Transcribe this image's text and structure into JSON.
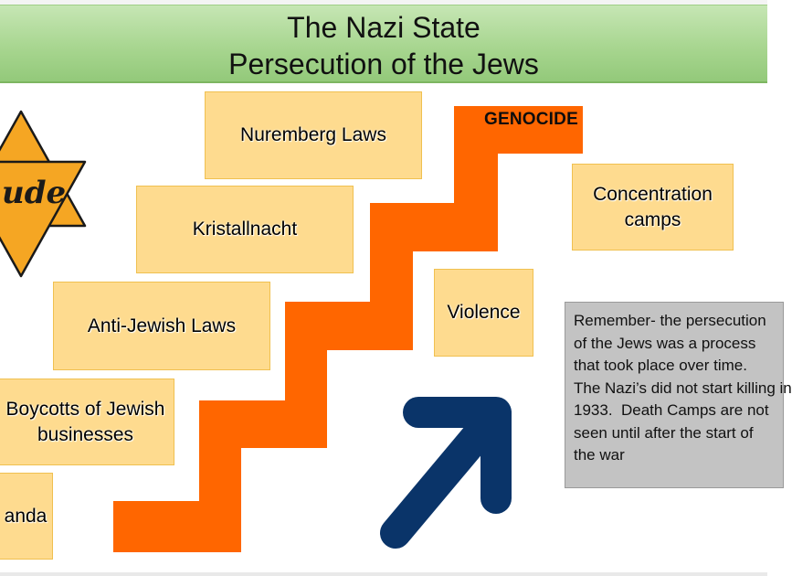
{
  "slide": {
    "title_line1": "The Nazi State",
    "title_line2": "Persecution of the Jews"
  },
  "steps": [
    {
      "id": "propaganda",
      "label": "anda"
    },
    {
      "id": "boycotts",
      "label": "Boycotts of Jewish businesses"
    },
    {
      "id": "anti_jewish_laws",
      "label": "Anti-Jewish Laws"
    },
    {
      "id": "kristallnacht",
      "label": "Kristallnacht"
    },
    {
      "id": "nuremberg_laws",
      "label": "Nuremberg Laws"
    },
    {
      "id": "violence",
      "label": "Violence"
    },
    {
      "id": "concentration_camps",
      "label": "Concentration camps"
    }
  ],
  "staircase_label": "GENOCIDE",
  "star_badge": {
    "text": "ude",
    "icon": "yellow-star-icon",
    "color": "#f5a623"
  },
  "note_text": "Remember- the persecution\nof the Jews was a process\nthat took place over time.\nThe Nazi’s did not start killing in\n1933.  Death Camps are not\nseen until after the start of\nthe war",
  "colors": {
    "staircase": "#ff6600",
    "arrow": "#0a3469",
    "box_fill": "#fedb8f",
    "title_bar": "#a8d690",
    "note_fill": "#c3c3c3"
  }
}
